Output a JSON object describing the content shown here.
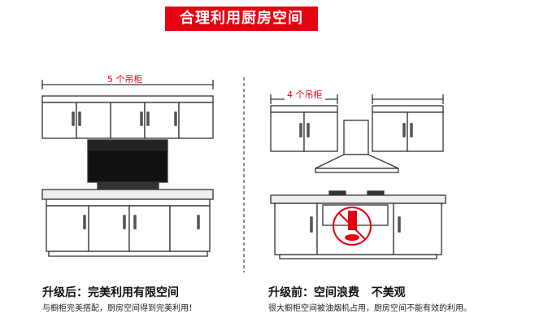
{
  "title": "合理利用厨房空间",
  "left": {
    "dimension_label": "5 个吊柜",
    "heading": "升级后：完美利用有限空间",
    "subtext": "与橱柜完美搭配，厨房空间得到完美利用！"
  },
  "right": {
    "dimension_label": "4 个吊柜",
    "heading": "升级前：空间浪费   不美观",
    "subtext": "很大橱柜空间被油烟机占用，厨房空间不能有效的利用。"
  },
  "colors": {
    "accent": "#e60012",
    "line": "#333333"
  }
}
